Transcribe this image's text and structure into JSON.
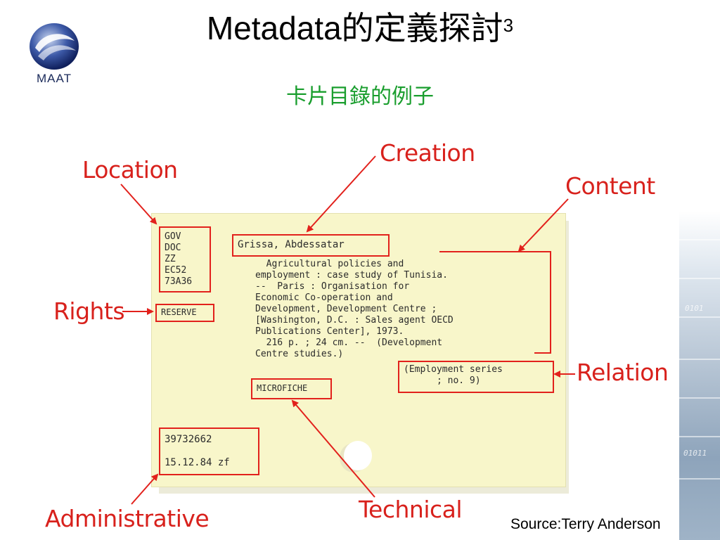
{
  "slide": {
    "title_main": "Metadata的定義探討",
    "title_sup": "3",
    "subtitle": "卡片目錄的例子",
    "source": "Source:Terry Anderson"
  },
  "logo": {
    "text": "MAAT"
  },
  "labels": {
    "location": "Location",
    "creation": "Creation",
    "content": "Content",
    "rights": "Rights",
    "relation": "Relation",
    "administrative": "Administrative",
    "technical": "Technical"
  },
  "card": {
    "location_lines": [
      "GOV",
      "DOC",
      "ZZ",
      "EC52",
      "73A36"
    ],
    "author": "Grissa, Abdessatar",
    "content_lines": [
      "  Agricultural policies and",
      "employment : case study of Tunisia.",
      "--  Paris : Organisation for",
      "Economic Co-operation and",
      "Development, Development Centre ;",
      "[Washington, D.C. : Sales agent OECD",
      "Publications Center], 1973.",
      "  216 p. ; 24 cm. --  (Development",
      "Centre studies.)"
    ],
    "rights": "RESERVE",
    "relation_lines": [
      "(Employment series",
      "      ; no. 9)"
    ],
    "technical": "MICROFICHE",
    "admin_lines": [
      "39732662",
      "15.12.84 zf"
    ]
  },
  "decor": {
    "binary_1": "0101",
    "binary_2": "01011"
  },
  "colors": {
    "title_green": "#1a9e2e",
    "label_red": "#d8211c",
    "card": "#f8f6ca"
  }
}
